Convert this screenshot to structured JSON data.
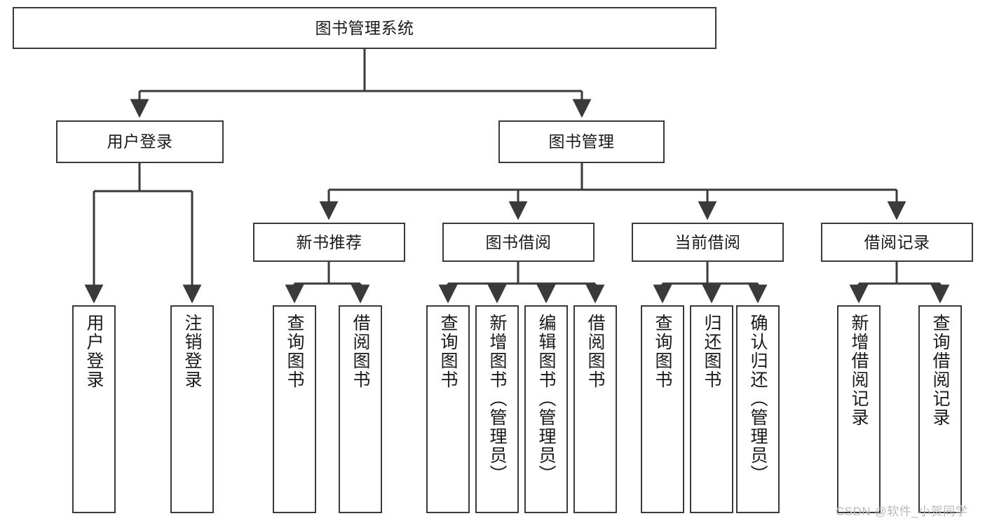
{
  "diagram": {
    "title": "图书管理系统",
    "type": "tree-hierarchy-diagram",
    "background_color": "#ffffff",
    "node_border_color": "#3a3a3a",
    "edge_color": "#3a3a3a",
    "text_color": "#1a1a1a"
  },
  "root": {
    "label": "图书管理系统"
  },
  "level1": [
    {
      "label": "用户登录"
    },
    {
      "label": "图书管理"
    }
  ],
  "level2": [
    {
      "label": "新书推荐"
    },
    {
      "label": "图书借阅"
    },
    {
      "label": "当前借阅"
    },
    {
      "label": "借阅记录"
    }
  ],
  "leaves": {
    "user_login": [
      {
        "label": "用户登录"
      },
      {
        "label": "注销登录"
      }
    ],
    "new_book_recommend": [
      {
        "label": "查询图书"
      },
      {
        "label": "借阅图书"
      }
    ],
    "book_borrow": [
      {
        "label": "查询图书"
      },
      {
        "label": "新增图书（管理员）"
      },
      {
        "label": "编辑图书（管理员）"
      },
      {
        "label": "借阅图书"
      }
    ],
    "current_borrow": [
      {
        "label": "查询图书"
      },
      {
        "label": "归还图书"
      },
      {
        "label": "确认归还（管理员）"
      }
    ],
    "borrow_record": [
      {
        "label": "新增借阅记录"
      },
      {
        "label": "查询借阅记录"
      }
    ]
  },
  "watermark": {
    "text": "CSDN @软件_小贺同学"
  }
}
